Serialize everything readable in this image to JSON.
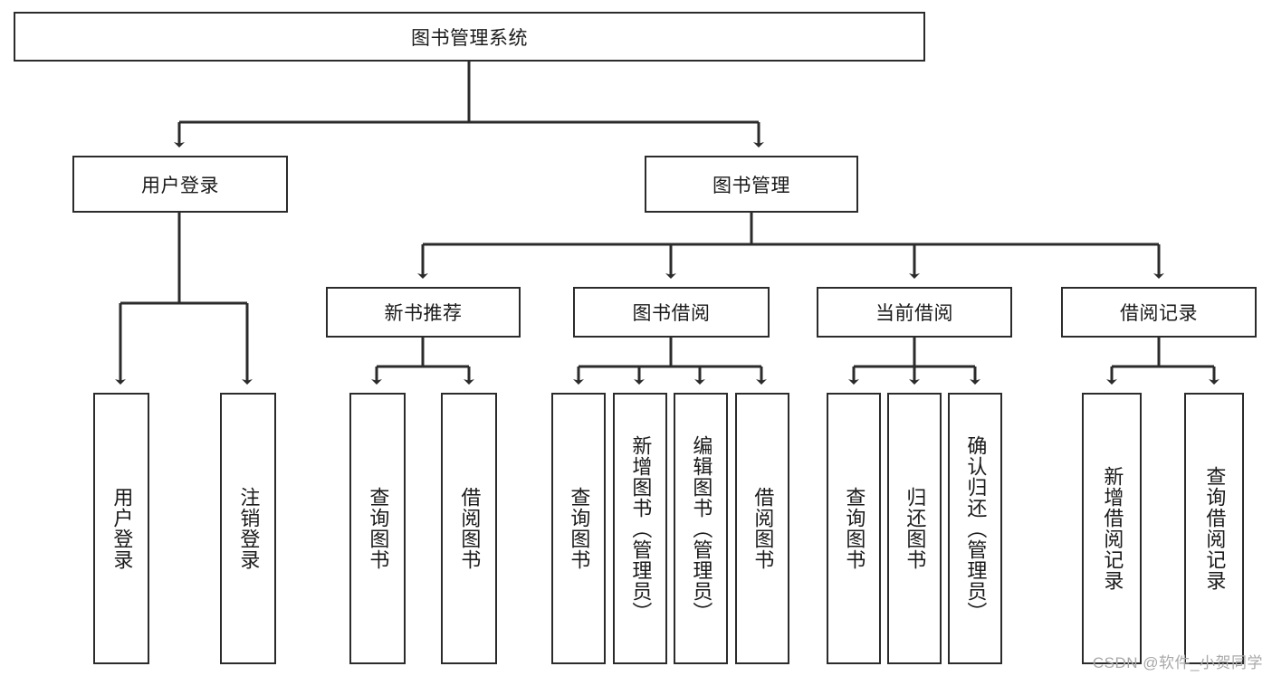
{
  "diagram": {
    "title": "图书管理系统",
    "type": "tree-hierarchy",
    "root": {
      "label": "图书管理系统"
    },
    "level1": [
      {
        "label": "用户登录"
      },
      {
        "label": "图书管理"
      }
    ],
    "level2": [
      {
        "label": "新书推荐",
        "parent": "图书管理"
      },
      {
        "label": "图书借阅",
        "parent": "图书管理"
      },
      {
        "label": "当前借阅",
        "parent": "图书管理"
      },
      {
        "label": "借阅记录",
        "parent": "图书管理"
      }
    ],
    "leaves": {
      "user_login": [
        {
          "label": "用户登录"
        },
        {
          "label": "注销登录"
        }
      ],
      "new_book_recommend": [
        {
          "label": "查询图书"
        },
        {
          "label": "借阅图书"
        }
      ],
      "book_borrow": [
        {
          "label": "查询图书"
        },
        {
          "label": "新增图书（管理员）"
        },
        {
          "label": "编辑图书（管理员）"
        },
        {
          "label": "借阅图书"
        }
      ],
      "current_borrow": [
        {
          "label": "查询图书"
        },
        {
          "label": "归还图书"
        },
        {
          "label": "确认归还（管理员）"
        }
      ],
      "borrow_record": [
        {
          "label": "新增借阅记录"
        },
        {
          "label": "查询借阅记录"
        }
      ]
    }
  },
  "watermark": {
    "text": "CSDN @软件_小贺同学"
  },
  "colors": {
    "line": "#2b2b2b",
    "box_border": "#2b2b2b",
    "background": "#ffffff",
    "text": "#1a1a1a",
    "watermark": "#a9a9a9"
  }
}
